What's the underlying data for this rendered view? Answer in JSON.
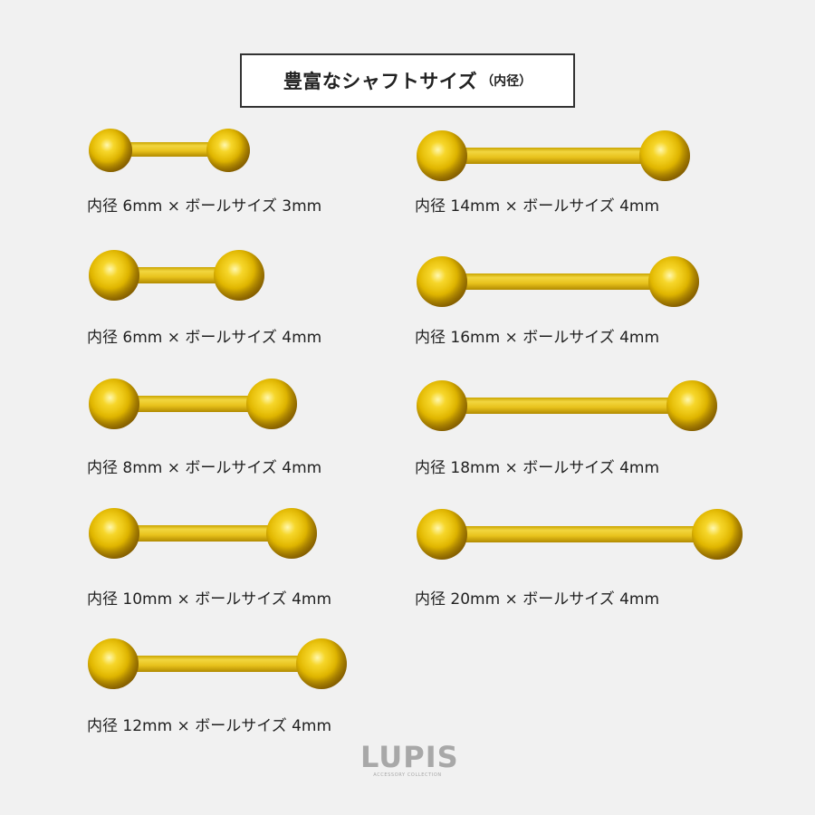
{
  "header": {
    "title": "豊富なシャフトサイズ",
    "subtitle": "（内径）"
  },
  "items": [
    {
      "label": "内径 6mm × ボールサイズ 3mm",
      "inner_diameter": "6mm",
      "ball_size": "3mm"
    },
    {
      "label": "内径 6mm × ボールサイズ 4mm",
      "inner_diameter": "6mm",
      "ball_size": "4mm"
    },
    {
      "label": "内径 8mm × ボールサイズ 4mm",
      "inner_diameter": "8mm",
      "ball_size": "4mm"
    },
    {
      "label": "内径 10mm × ボールサイズ 4mm",
      "inner_diameter": "10mm",
      "ball_size": "4mm"
    },
    {
      "label": "内径 12mm × ボールサイズ 4mm",
      "inner_diameter": "12mm",
      "ball_size": "4mm"
    },
    {
      "label": "内径 14mm × ボールサイズ 4mm",
      "inner_diameter": "14mm",
      "ball_size": "4mm"
    },
    {
      "label": "内径 16mm × ボールサイズ 4mm",
      "inner_diameter": "16mm",
      "ball_size": "4mm"
    },
    {
      "label": "内径 18mm × ボールサイズ 4mm",
      "inner_diameter": "18mm",
      "ball_size": "4mm"
    },
    {
      "label": "内径 20mm × ボールサイズ 4mm",
      "inner_diameter": "20mm",
      "ball_size": "4mm"
    }
  ],
  "logo": {
    "name": "LUPIS",
    "tagline": "ACCESSORY COLLECTION"
  },
  "colors": {
    "background": "#f1f1f1",
    "gold": "#e2b800",
    "logo": "#a8a8a8"
  }
}
